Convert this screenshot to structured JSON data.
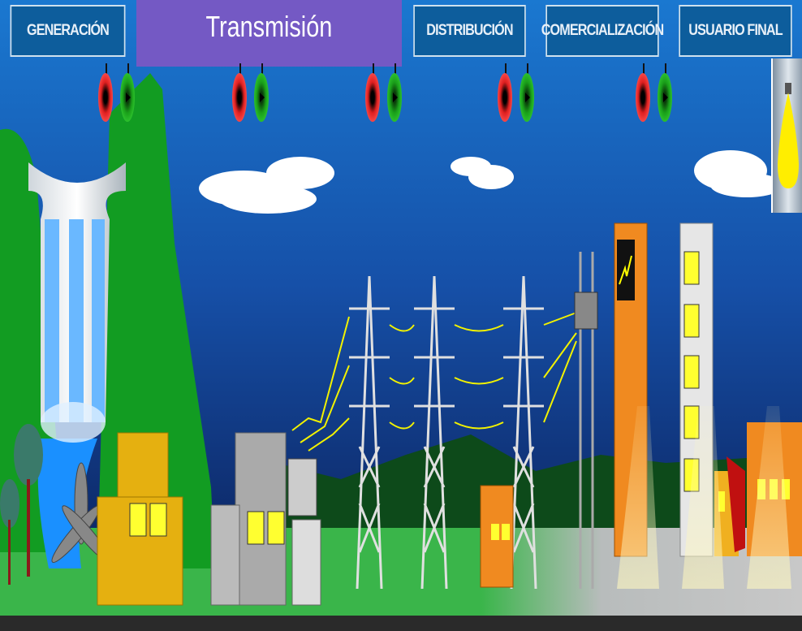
{
  "tabs": [
    {
      "label": "GENERACIÓN",
      "active": false
    },
    {
      "label": "Transmisión",
      "active": true
    },
    {
      "label": "DISTRIBUCIÓN",
      "active": false
    },
    {
      "label": "COMERCIALIZACIÓN",
      "active": false
    },
    {
      "label": "USUARIO FINAL",
      "active": false
    }
  ],
  "controls": [
    "stop-icon",
    "play-icon"
  ],
  "colors": {
    "tab_bg": "#0d5d9c",
    "tab_active_bg": "#7459c4",
    "sky_top": "#1a78d0",
    "sky_bottom": "#0a1a50",
    "grass": "#3ab54a",
    "spark": "#f2f200"
  }
}
